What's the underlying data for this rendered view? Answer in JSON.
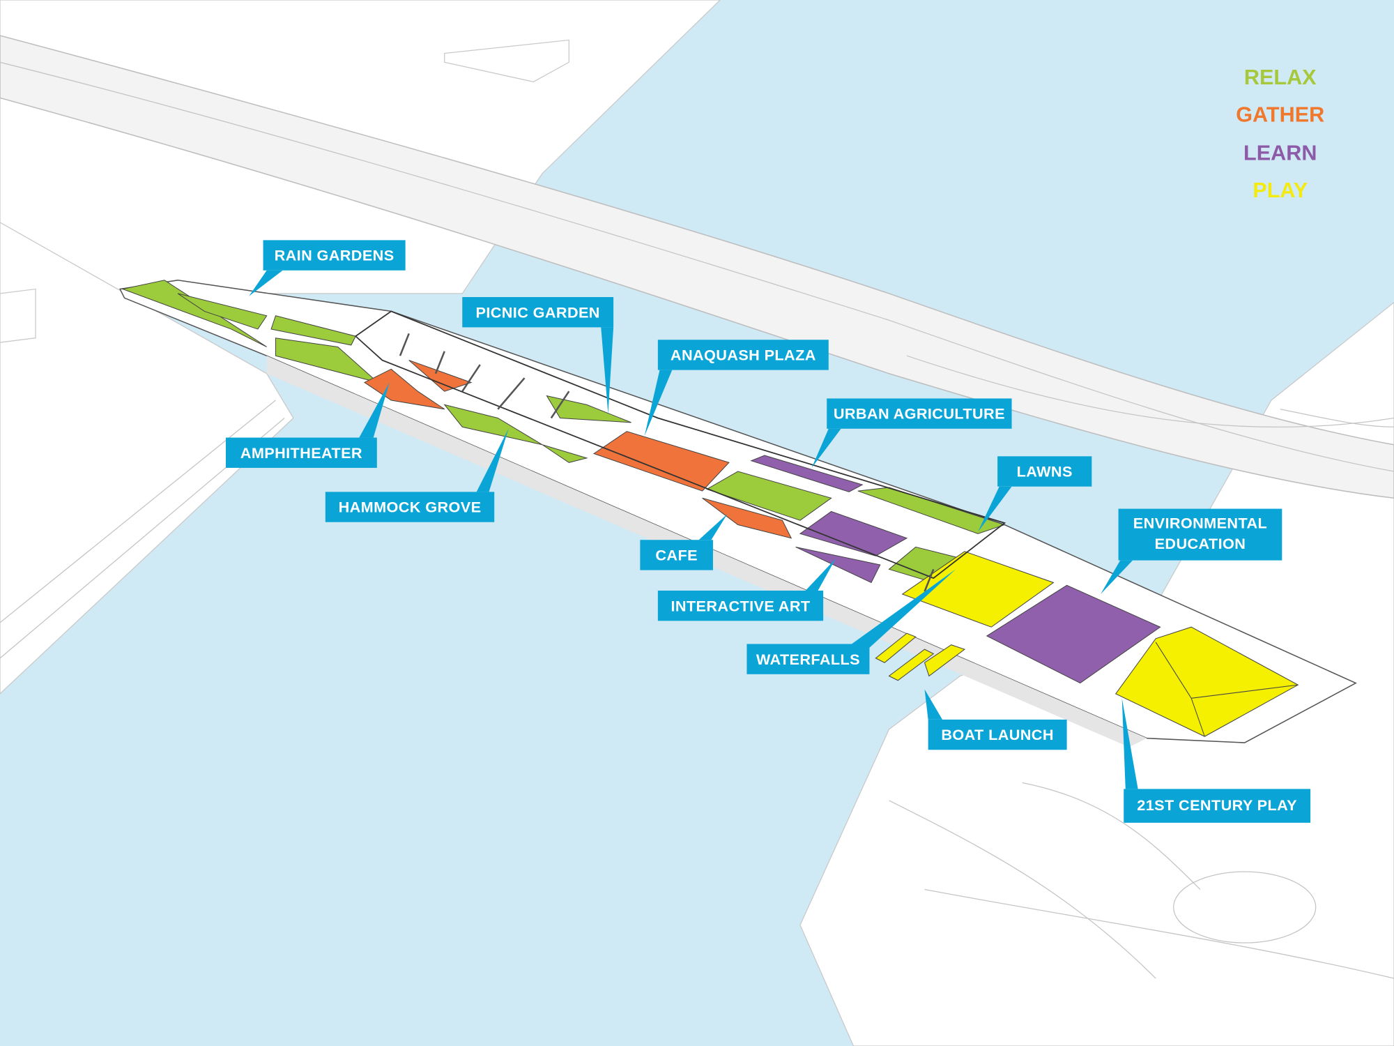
{
  "legend": {
    "items": [
      {
        "label": "RELAX",
        "color": "#a6c83a"
      },
      {
        "label": "GATHER",
        "color": "#f0782d"
      },
      {
        "label": "LEARN",
        "color": "#8d5aa7"
      },
      {
        "label": "PLAY",
        "color": "#f3ea0f"
      }
    ]
  },
  "colors": {
    "water": "#cfe9f5",
    "callout": "#0aa5d6",
    "relax": "#9ccc3c",
    "gather": "#ef733a",
    "learn": "#9160ac",
    "play": "#f4f000"
  },
  "labels": {
    "rain_gardens": "RAIN GARDENS",
    "picnic_garden": "PICNIC GARDEN",
    "anaquash_plaza": "ANAQUASH PLAZA",
    "urban_agriculture": "URBAN AGRICULTURE",
    "lawns": "LAWNS",
    "environmental_education_1": "ENVIRONMENTAL",
    "environmental_education_2": "EDUCATION",
    "amphitheater": "AMPHITHEATER",
    "hammock_grove": "HAMMOCK GROVE",
    "cafe": "CAFE",
    "interactive_art": "INTERACTIVE ART",
    "waterfalls": "WATERFALLS",
    "boat_launch": "BOAT LAUNCH",
    "century_play": "21ST CENTURY PLAY"
  }
}
